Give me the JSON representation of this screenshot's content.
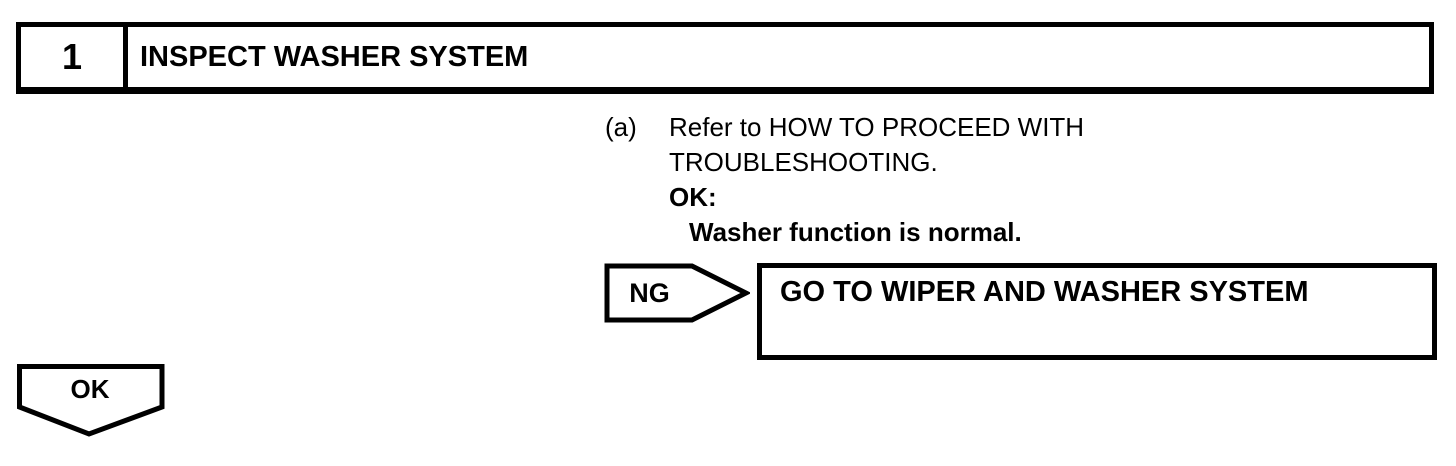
{
  "step": {
    "number": "1",
    "title": "INSPECT WASHER SYSTEM"
  },
  "procedure": {
    "item_marker": "(a)",
    "text_line1": "Refer to HOW TO PROCEED WITH",
    "text_line2": "TROUBLESHOOTING.",
    "ok_heading": "OK:",
    "ok_statement": "Washer function is normal."
  },
  "ng_branch": {
    "label": "NG",
    "result": "GO TO WIPER AND WASHER SYSTEM"
  },
  "ok_branch": {
    "label": "OK"
  },
  "colors": {
    "ink": "#000000",
    "background": "#ffffff"
  }
}
